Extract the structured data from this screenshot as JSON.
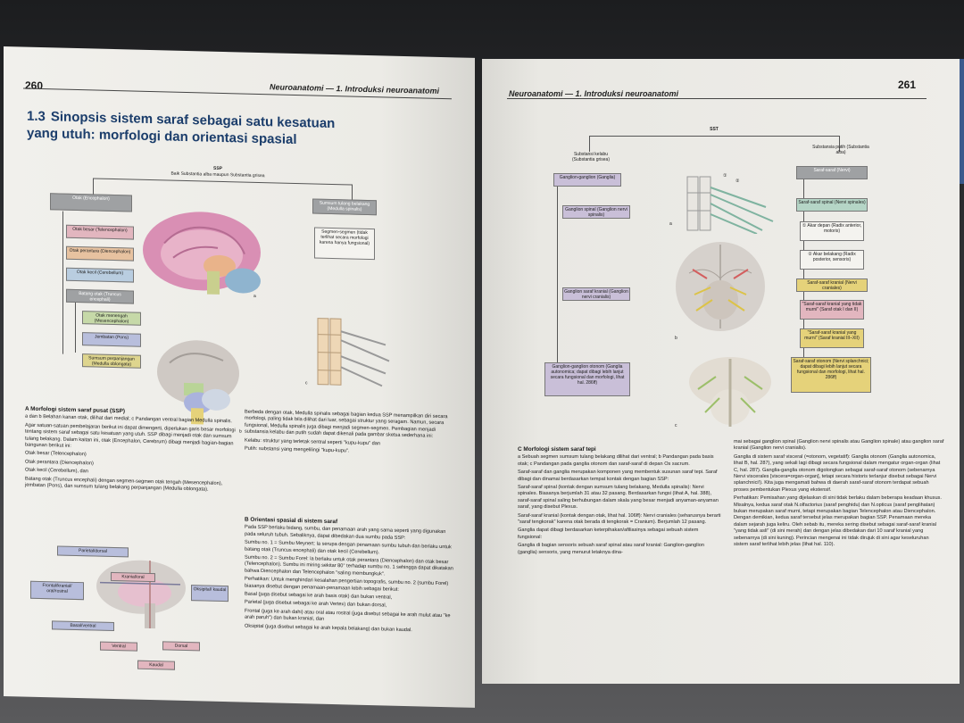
{
  "left_page": {
    "page_number": "260",
    "running_head": "Neuroanatomi — 1. Introduksi neuroanatomi",
    "section": {
      "number": "1.3",
      "title": "Sinopsis sistem saraf sebagai satu kesatuan yang utuh: morfologi dan orientasi spasial"
    },
    "diagram": {
      "root": "SSP",
      "root_sub": "Baik Substantia alba maupun Substantia grisea",
      "otak": "Otak (Encephalon)",
      "otak_besar": "Otak besar (Telencephalon)",
      "otak_perantara": "Otak perantara (Diencephalon)",
      "otak_kecil": "Otak kecil (Cerebellum)",
      "batang_otak": "Batang otak (Truncus encephali)",
      "otak_menengah": "Otak menengah (Mesencephalon)",
      "jembatan": "Jembatan (Pons)",
      "sumsum_perpanjangan": "Sumsum perpanjangan (Medulla oblongata)",
      "sumsum_tulang": "Sumsum tulang belakang (Medulla spinalis)",
      "segmen": "Segmen-segmen (tidak terlihat secara morfologi karena hanya fungsional)",
      "letter_a": "a",
      "letter_b": "b",
      "letter_c": "c"
    },
    "text_a": {
      "heading": "A  Morfologi sistem saraf pusat (SSP)",
      "p1": "a dan b Belahan kanan otak, dilihat dari medial; c  Pandangan ventral bagian Medulla spinalis.",
      "p2": "Agar satuan-satuan pembelajaran berikut ini dapat dimengerti, diperlukan garis besar morfologi tentang sistem saraf sebagai satu kesatuan yang utuh. SSP dibagi menjadi otak dan sumsum tulang belakang. Dalam kaitan ini, otak (Encephalon, Cerebrum) dibagi menjadi bagian-bagian bangunan berikut ini:",
      "bullets": [
        "Otak besar (Telencephalon)",
        "Otak perantara (Diencephalon)",
        "Otak kecil (Cerebellum), dan",
        "Batang otak (Truncus encephali) dengan segmen-segmen otak tengah (Mesencephalon), jembatan (Pons), dan sumsum tulang belakang perpanjangan (Medulla oblongata)."
      ]
    },
    "text_a2": {
      "p1": "Berbeda dengan otak, Medulla spinalis sebagai bagian kedua SSP menampilkan diri secara morfologi, paling tidak bila dilihat dari luar, sebagai struktur yang seragam. Namun, secara fungsional, Medulla spinalis juga dibagi menjadi segmen-segmen. Pembagian menjadi substansia kelabu dan putih sudah dapat dikenali pada gambar sketsa sederhana ini:",
      "bullets": [
        "Kelabu: struktur yang terletak sentral seperti \"kupu-kupu\" dan",
        "Putih: substansi yang mengelilingi \"kupu-kupu\"."
      ]
    },
    "text_b": {
      "heading": "B  Orientasi spasial di sistem saraf",
      "p1": "Pada SSP berlaku bidang, sumbu, dan penamaan arah yang sama seperti yang digunakan pada seluruh tubuh. Sebaliknya, dapat dibedakan dua sumbu pada SSP:",
      "bullets": [
        "Sumbu no. 1 = Sumbu Meynert: la serupa dengan penamaan sumbu tubuh dan berlaku untuk batang otak (Truncus encephali) dan otak kecil (Cerebellum).",
        "Sumbu no. 2 = Sumbu Forel: la berlaku untuk otak perantara (Diencephalon) dan otak besar (Telencephalon). Sumbu ini miring sekitar 80° terhadap sumbu no. 1 sehingga dapat dikatakan bahwa Diencephalon dan Telencephalon \"saling membungkuk\"."
      ],
      "p2": "Perhatikan: Untuk menghindari kesalahan pengertian topografis, sumbu no. 2 (sumbu Forel) biasanya disebut dengan penamaan-penamaan lebih sebagai berikut:",
      "bullets2": [
        "Basal (juga disebut sebagai ke arah basis otak) dan bukan ventral,",
        "Parietal (juga disebut sebagai ke arah Vertex) dan bukan dorsal,",
        "Frontal (juga ke arah dahi) atau oral atau rostral (juga disebut sebagai ke arah mulut atau \"ke arah paruh\") dan bukan kranial, dan",
        "Oksipital (juga disebut sebagai ke arah kepala belakang) dan bukan kaudal."
      ]
    },
    "orientation": {
      "parietal": "Parietal/dorsal",
      "frontal": "Frontal/kranial/ oral/rostral",
      "kranial": "Kranial/oral",
      "oksipital": "Oksipital/ kaudal",
      "basal": "Basal/ventral",
      "ventral": "Ventral",
      "dorsal": "Dorsal",
      "kaudal": "Kaudal"
    }
  },
  "right_page": {
    "page_number": "261",
    "running_head": "Neuroanatomi — 1. Introduksi neuroanatomi",
    "diagram": {
      "root": "SST",
      "kelabu": "Substansi kelabu (Substantia grisea)",
      "putih": "Substansia putih (Substantia alba)",
      "ganglion_ganglion": "Ganglion-ganglion (Ganglia)",
      "saraf_saraf": "Saraf-saraf (Nervi)",
      "ganglion_spinal": "Ganglion spinal (Ganglion nervi spinalis)",
      "saraf_spinal": "Saraf-saraf spinal (Nervi spinales)",
      "akar_depan": "① Akar depan (Radix anterior, motoris)",
      "akar_belakang": "② Akar belakang (Radix posterior, sensoris)",
      "ganglion_kranial": "Ganglion saraf kranial (Ganglion nervi cranialis)",
      "saraf_kranial": "Saraf-saraf kranial (Nervi craniales)",
      "saraf_murni": "\"Saraf-saraf kranial yang tidak murni\" (Saraf otak I dan II)",
      "saraf_murni2": "\"Saraf-saraf kranial yang murni\" (Saraf kranial III–XII)",
      "ganglion_otonom": "Ganglion-ganglion otonom (Ganglia autonomica; dapat dibagi lebih lanjut secara fungsional dan morfologi, lihat hal. 286ff)",
      "saraf_otonom": "Saraf-saraf otonom (Nervi splanchnici; dapat dibagi lebih lanjut secara fungsional dan morfologi, lihat hal. 286ff)",
      "letter_a": "a",
      "letter_b": "b",
      "letter_c": "c",
      "n1": "①",
      "n2": "②"
    },
    "text_c": {
      "heading": "C  Morfologi sistem saraf tepi",
      "p1": "a Sebuah segmen sumsum tulang belakang dilihat dari ventral; b  Pandangan pada basis otak; c  Pandangan pada ganglia otonom dan saraf-saraf di depan Os sacrum.",
      "p2": "Saraf-saraf dan ganglia merupakan komponen yang membentuk susunan saraf tepi. Saraf dibagi dan dinamai berdasarkan tempat kontak dengan bagian SSP:",
      "bullets": [
        "Saraf-saraf spinal (kontak dengan sumsum tulang belakang, Medulla spinalis): Nervi spinales. Biasanya berjumlah 31 atau 32 pasang. Berdasarkan fungsi (lihat A, hal. 388), saraf-saraf spinal saling berhubungan dalam skala yang besar menjadi anyaman-anyaman saraf, yang disebut Plexus.",
        "Saraf-saraf kranial (kontak dengan otak, lihat hal. 106ff): Nervi craniales (seharusnya berarti \"saraf tengkorak\" karena otak berada di tengkorak = Cranium). Berjumlah 12 pasang."
      ],
      "p3": "Ganglia dapat dibagi berdasarkan keterpihakan/afiliasinya sebagai sebuah sistem fungsional:",
      "bullets2": [
        "Ganglia di bagian sensoris sebuah saraf spinal atau saraf kranial: Ganglion-ganglion (ganglia) sensoris, yang menurut letaknya dina-"
      ]
    },
    "text_c2": {
      "p1": "mai sebagai ganglion spinal (Ganglion nervi spinalis atau Ganglion spinale) atau ganglion saraf kranial (Ganglion nervi cranialis).",
      "bullets": [
        "Ganglia di sistem saraf visceral (=otonom, vegetatif): Ganglia otonom (Ganglia autonomica, lihat B, hal. 287), yang sekali lagi dibagi secara fungsional dalam mengatur organ-organ (lihat C, hal. 287). Ganglia-ganglia otonom digolongkan sebagai saraf-saraf otonom (sebenarnya Nervi viscerales [viscera=organ-organ], tetapi secara historis terlanjur disebut sebagai Nervi splanchnici!). Kita juga mengamati bahwa di daerah saraf-saraf otonom terdapat sebuah proses pembentukan Plexus yang ekstensif."
      ],
      "p2": "Perhatikan: Pemisahan yang dijelaskan di sini tidak berlaku dalam beberapa keadaan khusus. Misalnya, kedua saraf otak N.olfactorius (saraf penghidu) dan N.opticus (saraf penglihatan) bukan merupakan saraf murni, tetapi merupakan bagian Telencephalon atau Diencephalon. Dengan demikian, kedua saraf tersebut jelas merupakan bagian SSP. Penamaan mereka dalam sejarah juga keliru. Oleh sebab itu, mereka sering disebut sebagai saraf-saraf kranial \"yang tidak asli\" (di sini merah) dan dengan jelas dibedakan dari 10 saraf kranial yang sebenarnya (di sini kuning). Perincian mengenai ini tidak dirujuk di sini agar keseluruhan sistem saraf terlihat lebih jelas (lihat hal. 110)."
    }
  },
  "colors": {
    "title_blue": "#1b3d6b",
    "edge_blue": "#3c5a8c"
  }
}
